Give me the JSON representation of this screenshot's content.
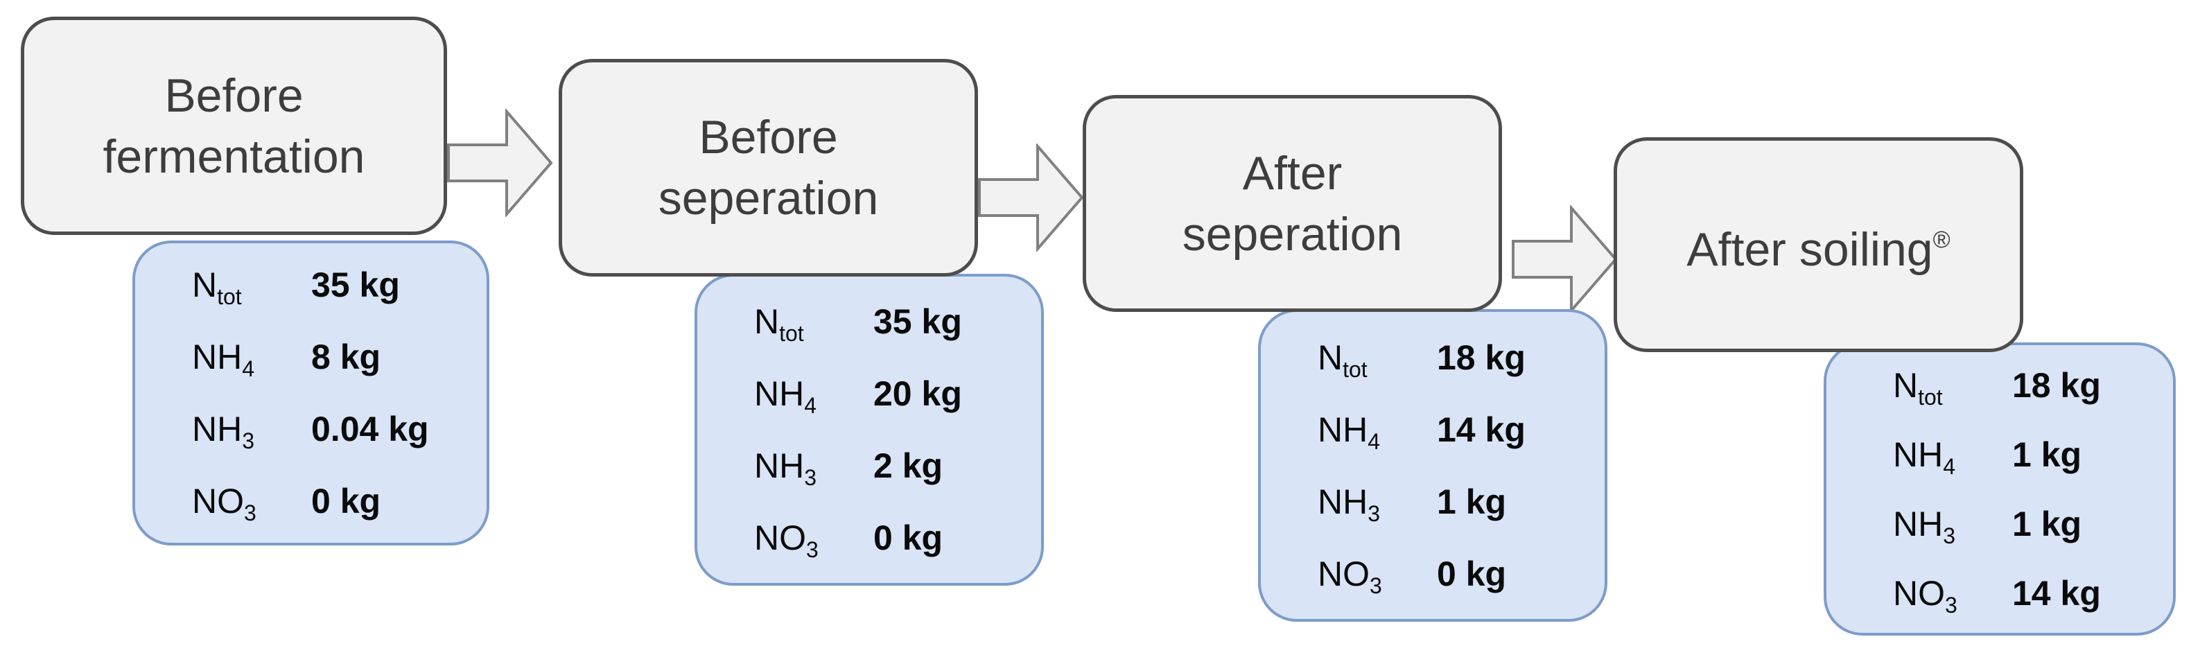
{
  "stages": [
    {
      "title_line1": "Before",
      "title_line2": "fermentation",
      "measurements": [
        {
          "prefix": "N",
          "sub": "tot",
          "value": "35 kg"
        },
        {
          "prefix": "NH",
          "sub": "4",
          "value": "8 kg"
        },
        {
          "prefix": "NH",
          "sub": "3",
          "value": "0.04 kg"
        },
        {
          "prefix": "NO",
          "sub": "3",
          "value": "0 kg"
        }
      ]
    },
    {
      "title_line1": "Before",
      "title_line2": "seperation",
      "measurements": [
        {
          "prefix": "N",
          "sub": "tot",
          "value": "35 kg"
        },
        {
          "prefix": "NH",
          "sub": "4",
          "value": "20 kg"
        },
        {
          "prefix": "NH",
          "sub": "3",
          "value": "2 kg"
        },
        {
          "prefix": "NO",
          "sub": "3",
          "value": "0 kg"
        }
      ]
    },
    {
      "title_line1": "After",
      "title_line2": "seperation",
      "measurements": [
        {
          "prefix": "N",
          "sub": "tot",
          "value": "18 kg"
        },
        {
          "prefix": "NH",
          "sub": "4",
          "value": "14 kg"
        },
        {
          "prefix": "NH",
          "sub": "3",
          "value": "1 kg"
        },
        {
          "prefix": "NO",
          "sub": "3",
          "value": "0 kg"
        }
      ]
    },
    {
      "title_line1": "After soiling",
      "title_suffix": "®",
      "measurements": [
        {
          "prefix": "N",
          "sub": "tot",
          "value": "18 kg"
        },
        {
          "prefix": "NH",
          "sub": "4",
          "value": "1 kg"
        },
        {
          "prefix": "NH",
          "sub": "3",
          "value": "1 kg"
        },
        {
          "prefix": "NO",
          "sub": "3",
          "value": "14 kg"
        }
      ]
    }
  ],
  "colors": {
    "stage_fill": "#f2f2f2",
    "stage_border": "#4d4d4d",
    "stage_text": "#3d3d3d",
    "data_fill": "#d9e4f6",
    "data_border": "#7d9cc9",
    "data_text": "#0a0a0a",
    "arrow_fill": "#f2f2f2",
    "arrow_border": "#808080"
  }
}
